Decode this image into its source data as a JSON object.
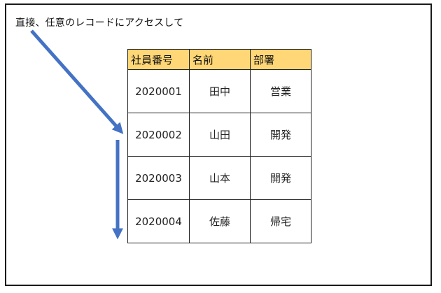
{
  "caption": "直接、任意のレコードにアクセスして",
  "table": {
    "headers": [
      "社員番号",
      "名前",
      "部署"
    ],
    "rows": [
      [
        "2020001",
        "田中",
        "営業"
      ],
      [
        "2020002",
        "山田",
        "開発"
      ],
      [
        "2020003",
        "山本",
        "開発"
      ],
      [
        "2020004",
        "佐藤",
        "帰宅"
      ]
    ]
  },
  "colors": {
    "header_fill": "#ffd776",
    "arrow": "#4472c4",
    "border": "#222222"
  }
}
